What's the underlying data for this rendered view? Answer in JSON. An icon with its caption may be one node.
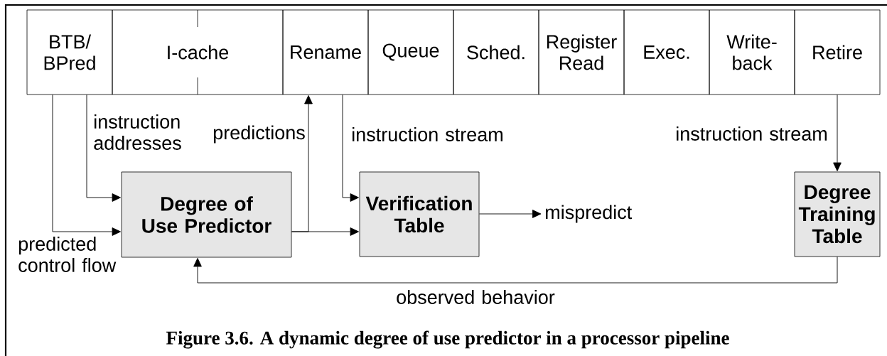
{
  "diagram": {
    "caption": "Figure 3.6.  A dynamic degree of use predictor in a processor pipeline",
    "nodes": [
      {
        "text": [
          "BTB/ BPred"
        ]
      },
      {
        "text": [
          "I-cache"
        ]
      },
      {
        "text": [
          "Rename"
        ]
      },
      {
        "text": [
          "Queue"
        ]
      },
      {
        "text": [
          "Sched."
        ]
      },
      {
        "text": [
          "Register Read"
        ]
      },
      {
        "text": [
          "Exec."
        ]
      },
      {
        "text": [
          "Write-back"
        ]
      },
      {
        "text": [
          "Retire"
        ]
      },
      {
        "text": [
          "Degree of Use Predictor"
        ]
      },
      {
        "text": [
          "Verification Table"
        ]
      },
      {
        "text": [
          "Degree Training Table"
        ]
      },
      {
        "text": [
          "mispredict"
        ]
      }
    ],
    "edges": [
      {
        "from": 0,
        "to": 9,
        "arrow": "to",
        "label": "predicted control flow"
      },
      {
        "from": 0,
        "to": 9,
        "arrow": "to",
        "label": "instruction addresses"
      },
      {
        "from": 9,
        "to": 2,
        "arrow": "to",
        "label": "predictions"
      },
      {
        "from": 9,
        "to": 10,
        "arrow": "to"
      },
      {
        "from": 2,
        "to": 10,
        "arrow": "to",
        "label": "instruction stream"
      },
      {
        "from": 10,
        "to": 12,
        "arrow": "to"
      },
      {
        "from": 8,
        "to": 11,
        "arrow": "to",
        "label": "instruction stream"
      },
      {
        "from": 11,
        "to": 9,
        "arrow": "to",
        "label": "observed behavior"
      }
    ]
  }
}
